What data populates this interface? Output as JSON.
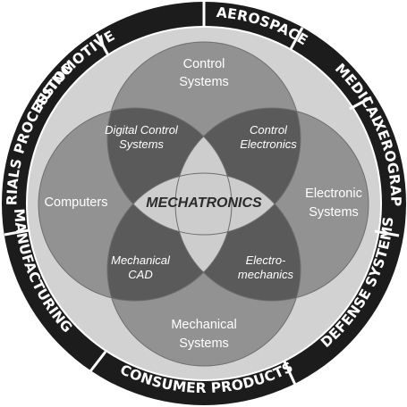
{
  "diagram": {
    "outer_ring": {
      "segments": [
        {
          "label": "AUTOMOTIVE"
        },
        {
          "label": "AEROSPACE"
        },
        {
          "label": "MEDICAL"
        },
        {
          "label": "XEROGRAPHY"
        },
        {
          "label": "DEFENSE SYSTEMS"
        },
        {
          "label": "CONSUMER PRODUCTS"
        },
        {
          "label": "MANUFACTURING"
        },
        {
          "label": "MATERIALS PROCESSING"
        }
      ]
    },
    "circles": {
      "top": {
        "line1": "Control",
        "line2": "Systems"
      },
      "left": {
        "line1": "Computers"
      },
      "right": {
        "line1": "Electronic",
        "line2": "Systems"
      },
      "bottom": {
        "line1": "Mechanical",
        "line2": "Systems"
      }
    },
    "overlaps": {
      "top_left": {
        "line1": "Digital Control",
        "line2": "Systems"
      },
      "top_right": {
        "line1": "Control",
        "line2": "Electronics"
      },
      "bottom_left": {
        "line1": "Mechanical",
        "line2": "CAD"
      },
      "bottom_right": {
        "line1": "Electro-",
        "line2": "mechanics"
      }
    },
    "center": {
      "label": "MECHATRONICS"
    },
    "colors": {
      "ring": "#1c1c1c",
      "ring_text": "#ffffff",
      "background_disc": "#d2d2d2",
      "circle_fill": "#929292",
      "pair_overlap": "#5a5a5a",
      "center_fill": "#cdcdcd",
      "circle_text": "#ffffff",
      "center_text": "#2b2b2b"
    }
  }
}
